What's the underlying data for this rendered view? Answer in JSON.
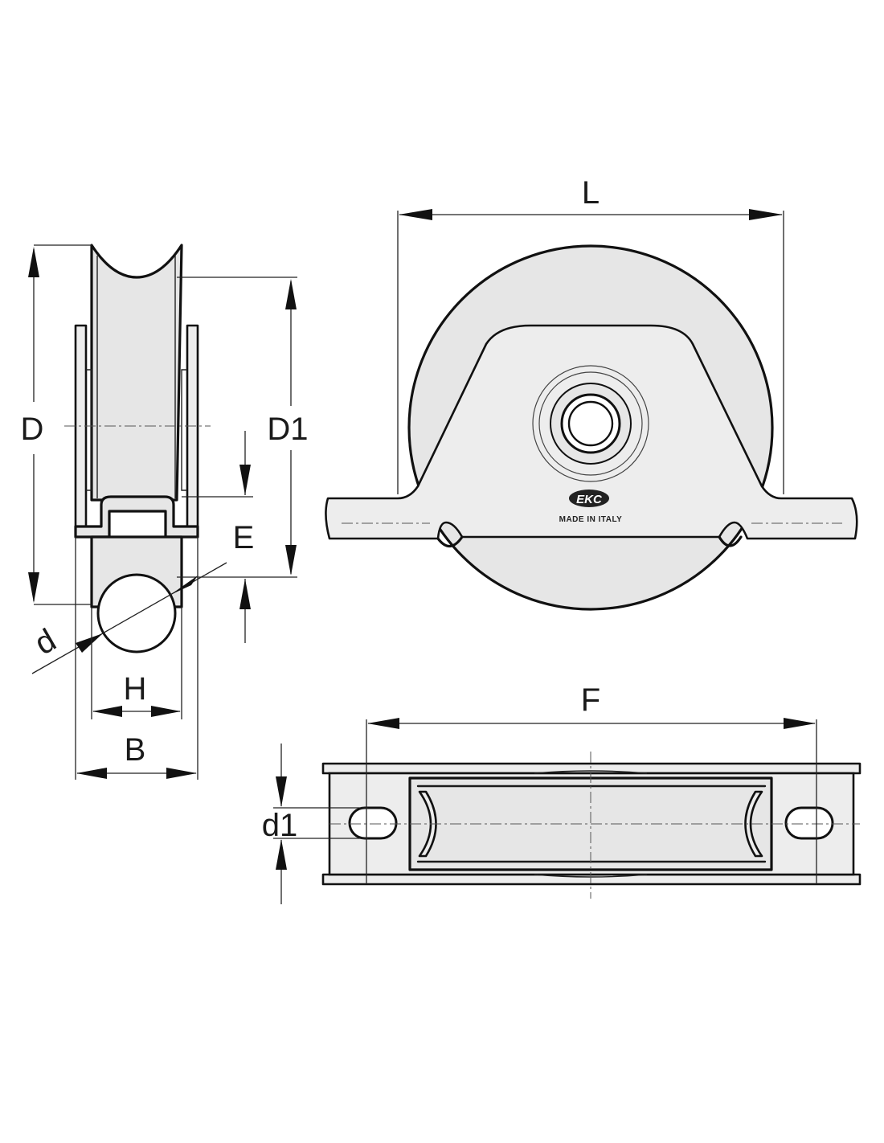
{
  "dimensions": {
    "D": "D",
    "D1": "D1",
    "E": "E",
    "d": "d",
    "H": "H",
    "B": "B",
    "L": "L",
    "F": "F",
    "d1": "d1"
  },
  "marking": {
    "logo": "EKC",
    "origin": "MADE IN ITALY"
  },
  "colors": {
    "line": "#111111",
    "fill": "#e6e6e6",
    "background": "#ffffff"
  }
}
